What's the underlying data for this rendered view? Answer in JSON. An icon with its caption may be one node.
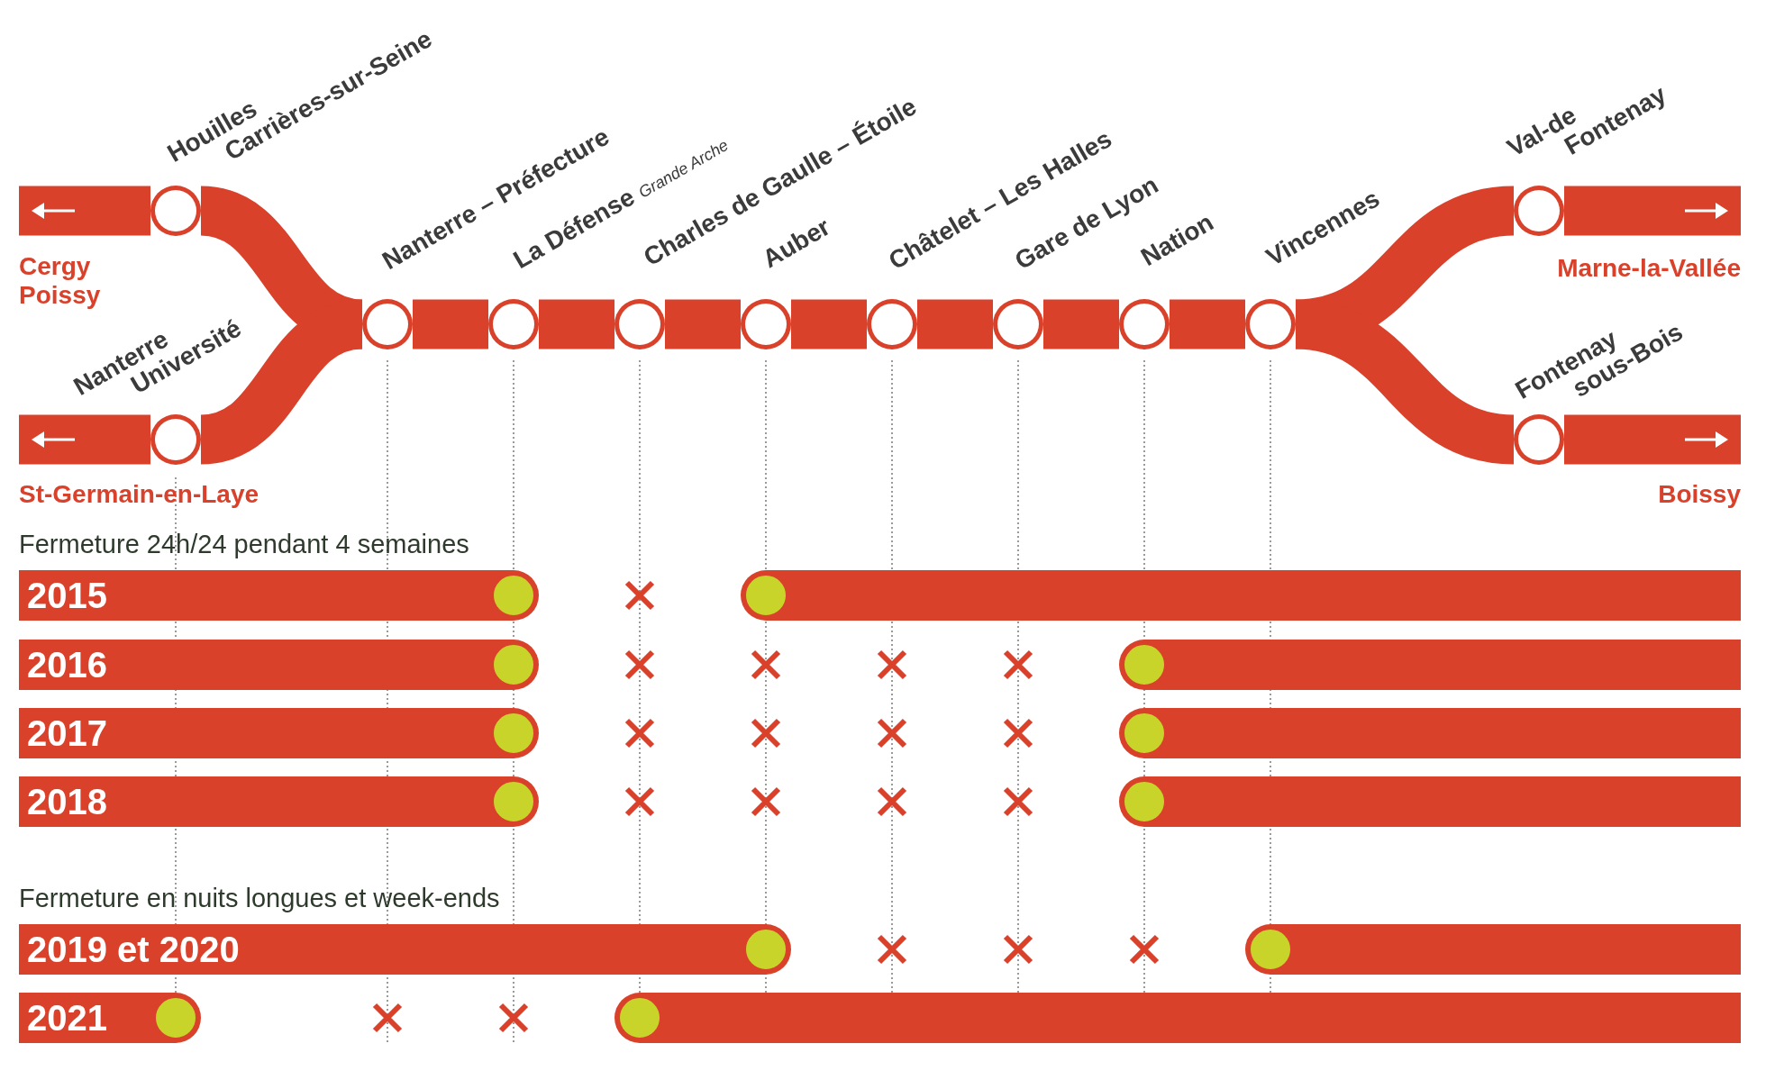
{
  "diagram": {
    "nodes": [
      {
        "text": [],
        "shape": "circle",
        "beside": [
          "Houilles Carrières-sur-Seine"
        ]
      },
      {
        "text": [],
        "shape": "circle",
        "beside": [
          "Nanterre Université"
        ]
      },
      {
        "text": [],
        "shape": "circle",
        "beside": [
          "Nanterre – Préfecture"
        ]
      },
      {
        "text": [],
        "shape": "circle",
        "beside": [
          "La Défense",
          "Grande Arche"
        ]
      },
      {
        "text": [],
        "shape": "circle",
        "beside": [
          "Charles de Gaulle – Étoile"
        ]
      },
      {
        "text": [],
        "shape": "circle",
        "beside": [
          "Auber"
        ]
      },
      {
        "text": [],
        "shape": "circle",
        "beside": [
          "Châtelet – Les Halles"
        ]
      },
      {
        "text": [],
        "shape": "circle",
        "beside": [
          "Gare de Lyon"
        ]
      },
      {
        "text": [],
        "shape": "circle",
        "beside": [
          "Nation"
        ]
      },
      {
        "text": [],
        "shape": "circle",
        "beside": [
          "Vincennes"
        ]
      },
      {
        "text": [],
        "shape": "circle",
        "beside": [
          "Val-de Fontenay"
        ]
      },
      {
        "text": [],
        "shape": "circle",
        "beside": [
          "Fontenay sous-Bois"
        ]
      },
      {
        "text": [
          "2015"
        ]
      },
      {
        "text": [],
        "shape": "bar"
      },
      {
        "text": [
          "2016"
        ]
      },
      {
        "text": [],
        "shape": "bar"
      },
      {
        "text": [
          "2017"
        ]
      },
      {
        "text": [],
        "shape": "bar"
      },
      {
        "text": [
          "2018"
        ]
      },
      {
        "text": [],
        "shape": "bar"
      },
      {
        "text": [
          "2019 et 2020"
        ]
      },
      {
        "text": [],
        "shape": "bar"
      },
      {
        "text": [
          "2021"
        ]
      },
      {
        "text": [],
        "shape": "bar"
      }
    ],
    "edges": [
      {
        "from": 2,
        "to": 3,
        "arrow": "none"
      },
      {
        "from": 3,
        "to": 4,
        "arrow": "none"
      },
      {
        "from": 4,
        "to": 5,
        "arrow": "none"
      },
      {
        "from": 5,
        "to": 6,
        "arrow": "none"
      },
      {
        "from": 6,
        "to": 7,
        "arrow": "none"
      },
      {
        "from": 7,
        "to": 8,
        "arrow": "none"
      },
      {
        "from": 8,
        "to": 9,
        "arrow": "none"
      },
      {
        "from": 0,
        "to": 2,
        "arrow": "none"
      },
      {
        "from": 1,
        "to": 2,
        "arrow": "none"
      },
      {
        "from": 9,
        "to": 10,
        "arrow": "none"
      },
      {
        "from": 9,
        "to": 11,
        "arrow": "none"
      },
      {
        "from": 0,
        "to": null,
        "arrow": "to"
      },
      {
        "from": 1,
        "to": null,
        "arrow": "to"
      },
      {
        "from": 10,
        "to": null,
        "arrow": "to"
      },
      {
        "from": 11,
        "to": null,
        "arrow": "to"
      }
    ],
    "labels": [
      "Cergy Poissy",
      "Marne-la-Vallée",
      "St-Germain-en-Laye",
      "Boissy",
      "Fermeture 24h/24 pendant 4 semaines",
      "Fermeture en nuits longues et week-ends"
    ]
  }
}
